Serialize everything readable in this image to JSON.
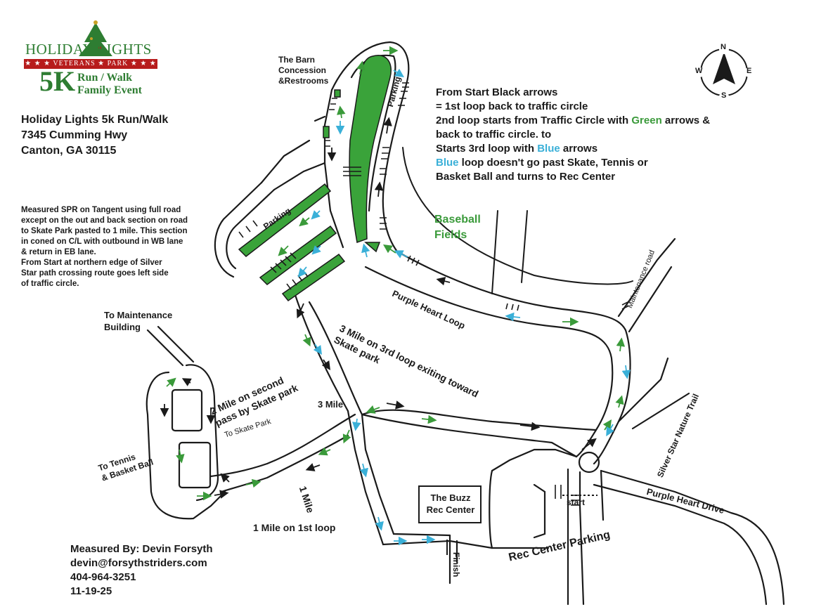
{
  "logo": {
    "holiday_lights": "HOLIDAY LIGHTS",
    "band": "★ ★ ★ VETERANS ★ PARK ★ ★ ★",
    "five_k": "5K",
    "run_walk": "Run / Walk",
    "family_event": "Family Event"
  },
  "address": {
    "line1": "Holiday Lights 5k Run/Walk",
    "line2": "7345 Cumming Hwy",
    "line3": "Canton, GA 30115"
  },
  "measurement_note": [
    "Measured SPR on Tangent using full road",
    "except on the out and back section on road",
    "to Skate Park pasted to 1 mile. This section",
    "in coned on C/L with outbound in WB lane",
    "& return in EB lane.",
    "From Start at northern edge of Silver",
    "Star path crossing route goes left side",
    "of traffic circle."
  ],
  "instructions": {
    "line1": "From Start Black arrows",
    "line2": "= 1st loop back to traffic circle",
    "line3_a": "2nd loop starts from Traffic Circle with ",
    "line3_green": "Green",
    "line3_b": " arrows &",
    "line4": "back to traffic circle. to",
    "line5_a": "Starts 3rd loop with ",
    "line5_blue": "Blue",
    "line5_b": " arrows",
    "line6_blue": "Blue",
    "line6_b": " loop doesn't go past Skate, Tennis or",
    "line7": "Basket Ball and turns to Rec Center"
  },
  "compass": {
    "n": "N",
    "e": "E",
    "s": "S",
    "w": "W"
  },
  "labels": {
    "barn": [
      "The Barn",
      "Concession",
      "&Restrooms"
    ],
    "parking_top": "Parking",
    "parking_left": "Parking",
    "baseball": [
      "Baseball",
      "Fields"
    ],
    "maintenance_road": "Maintenance road",
    "purple_heart_loop": "Purple Heart Loop",
    "three_mile_note": [
      "3 Mile on 3rd loop exiting toward",
      "Skate park"
    ],
    "to_maintenance": [
      "To Maintenance",
      "Building"
    ],
    "two_mile_note": [
      "2 Mile on second",
      "pass by Skate park"
    ],
    "to_skate_park": "To Skate Park",
    "three_mile": "3 Mile",
    "to_tennis": [
      "To Tennis",
      "& Basket Ball"
    ],
    "one_mile_marker": "1 Mile",
    "one_mile_note": "1 Mile on 1st loop",
    "buzz": [
      "The Buzz",
      "Rec Center"
    ],
    "rec_parking": "Rec Center Parking",
    "finish": "Finish",
    "start": "start",
    "silver_star": "Silver Star Nature Trail",
    "purple_heart_drive": "Purple Heart Drive"
  },
  "measured_by": {
    "line1": "Measured By: Devin Forsyth",
    "line2": "devin@forsythstriders.com",
    "line3": "404-964-3251",
    "line4": "11-19-25"
  },
  "colors": {
    "green_arrows": "#3a9a3a",
    "blue_arrows": "#3ab0d8",
    "black_arrows": "#1a1a1a",
    "grass": "#3aa33a",
    "logo_red": "#b71c1c"
  }
}
